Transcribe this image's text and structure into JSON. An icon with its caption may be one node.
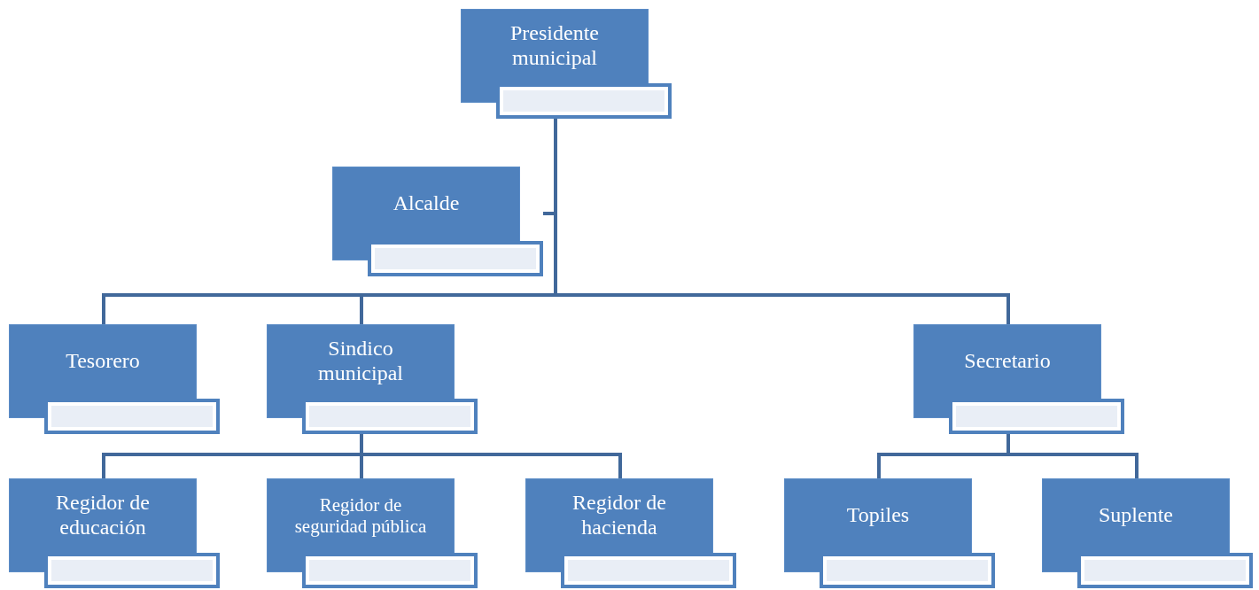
{
  "diagram": {
    "nodes": [
      {
        "text": [
          "Presidente municipal"
        ]
      },
      {
        "text": [
          "Alcalde"
        ]
      },
      {
        "text": [
          "Tesorero"
        ]
      },
      {
        "text": [
          "Sindico municipal"
        ]
      },
      {
        "text": [
          "Secretario"
        ]
      },
      {
        "text": [
          "Regidor de educación"
        ]
      },
      {
        "text": [
          "Regidor de seguridad pública"
        ]
      },
      {
        "text": [
          "Regidor de hacienda"
        ]
      },
      {
        "text": [
          "Topiles"
        ]
      },
      {
        "text": [
          "Suplente"
        ]
      }
    ],
    "edges": [
      {
        "from": 0,
        "to": 1,
        "arrow": "none"
      },
      {
        "from": 0,
        "to": 2,
        "arrow": "none"
      },
      {
        "from": 0,
        "to": 3,
        "arrow": "none"
      },
      {
        "from": 0,
        "to": 4,
        "arrow": "none"
      },
      {
        "from": 3,
        "to": 5,
        "arrow": "none"
      },
      {
        "from": 3,
        "to": 6,
        "arrow": "none"
      },
      {
        "from": 3,
        "to": 7,
        "arrow": "none"
      },
      {
        "from": 4,
        "to": 8,
        "arrow": "none"
      },
      {
        "from": 4,
        "to": 9,
        "arrow": "none"
      }
    ]
  }
}
